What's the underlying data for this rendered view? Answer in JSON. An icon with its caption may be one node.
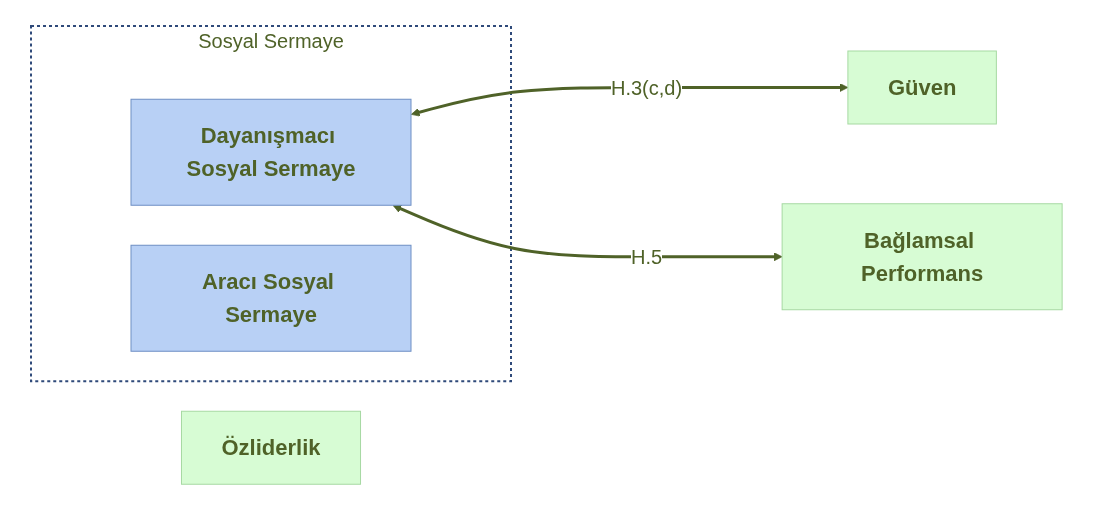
{
  "diagram": {
    "nodes": [
      {
        "text": [
          "Sosyal Sermaye"
        ]
      },
      {
        "text": [
          "Dayanışmacı Sosyal Sermaye"
        ],
        "in": 0
      },
      {
        "text": [
          "Aracı Sosyal Sermaye"
        ],
        "in": 0
      },
      {
        "text": [
          "Özliderlik"
        ]
      },
      {
        "text": [
          "Güven"
        ]
      },
      {
        "text": [
          "Bağlamsal Performans"
        ]
      }
    ],
    "edges": [
      {
        "from": 1,
        "to": 4,
        "arrow": "both",
        "label": "H.3(c,d)"
      },
      {
        "from": 1,
        "to": 5,
        "arrow": "both",
        "label": "H.5"
      }
    ]
  }
}
